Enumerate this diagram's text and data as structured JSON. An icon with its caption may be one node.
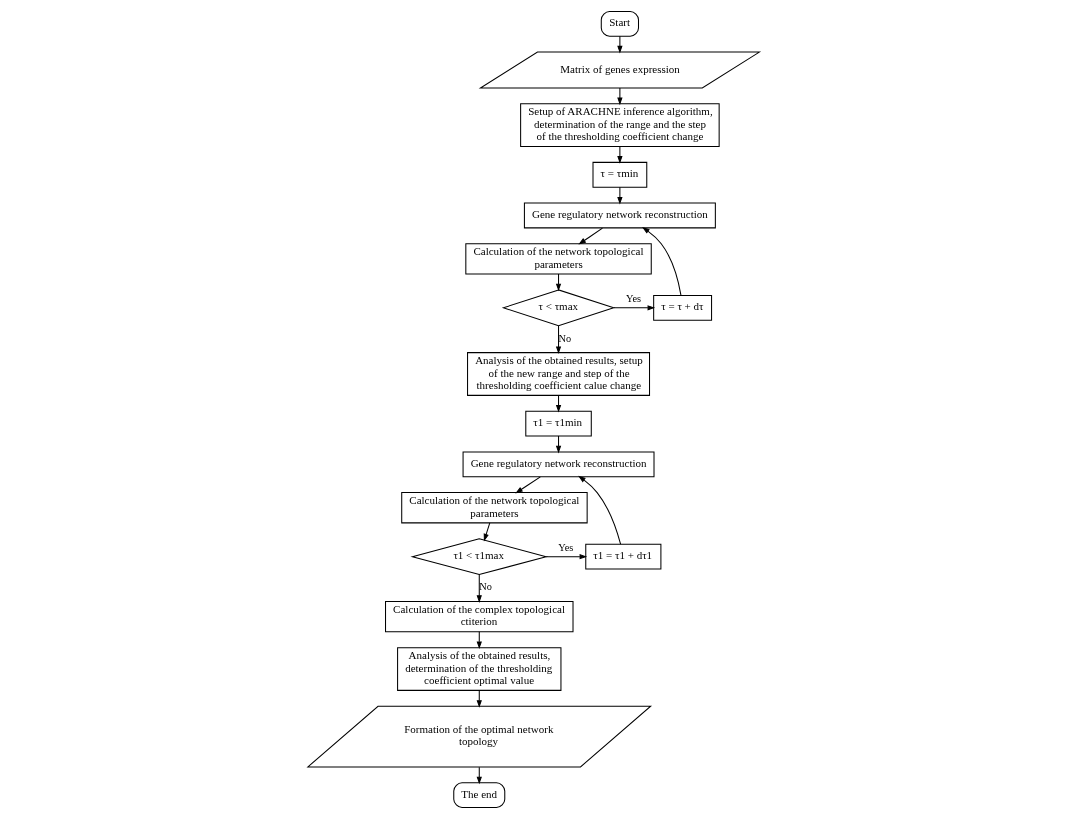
{
  "diagram": {
    "nodes": [
      {
        "text": [
          "Start"
        ]
      },
      {
        "text": [
          "Matrix of genes expression"
        ]
      },
      {
        "text": [
          "Setup of ARACHNE inference algorithm, determination of the range and the step of the thresholding coefficient change"
        ]
      },
      {
        "text": [
          "τ = τmin"
        ]
      },
      {
        "text": [
          "Gene regulatory network reconstruction"
        ]
      },
      {
        "text": [
          "Calculation of the network topological parameters"
        ]
      },
      {
        "text": [
          "τ < τmax"
        ]
      },
      {
        "text": [
          "τ = τ + dτ"
        ]
      },
      {
        "text": [
          "Analysis of the obtained results, setup of the new range and step of the thresholding coefficient calue change"
        ]
      },
      {
        "text": [
          "τ1 = τ1min"
        ]
      },
      {
        "text": [
          "Gene regulatory network reconstruction"
        ]
      },
      {
        "text": [
          "Calculation of the network topological parameters"
        ]
      },
      {
        "text": [
          "τ1 < τ1max"
        ]
      },
      {
        "text": [
          "τ1 = τ1 + dτ1"
        ]
      },
      {
        "text": [
          "Calculation of the complex topological ctiterion"
        ]
      },
      {
        "text": [
          "Analysis of the obtained results, determination of the thresholding coefficient optimal value"
        ]
      },
      {
        "text": [
          "Formation of the optimal network topology"
        ]
      },
      {
        "text": [
          "The end"
        ]
      }
    ],
    "edges": [
      {
        "from": 0,
        "to": 1,
        "arrow": "to"
      },
      {
        "from": 1,
        "to": 2,
        "arrow": "to"
      },
      {
        "from": 2,
        "to": 3,
        "arrow": "to"
      },
      {
        "from": 3,
        "to": 4,
        "arrow": "to"
      },
      {
        "from": 4,
        "to": 5,
        "arrow": "to"
      },
      {
        "from": 5,
        "to": 6,
        "arrow": "to"
      },
      {
        "from": 6,
        "to": 7,
        "arrow": "to",
        "label": "Yes"
      },
      {
        "from": 7,
        "to": 4,
        "arrow": "to"
      },
      {
        "from": 6,
        "to": 8,
        "arrow": "to",
        "label": "No"
      },
      {
        "from": 8,
        "to": 9,
        "arrow": "to"
      },
      {
        "from": 9,
        "to": 10,
        "arrow": "to"
      },
      {
        "from": 10,
        "to": 11,
        "arrow": "to"
      },
      {
        "from": 11,
        "to": 12,
        "arrow": "to"
      },
      {
        "from": 12,
        "to": 13,
        "arrow": "to",
        "label": "Yes"
      },
      {
        "from": 13,
        "to": 10,
        "arrow": "to"
      },
      {
        "from": 12,
        "to": 14,
        "arrow": "to",
        "label": "No"
      },
      {
        "from": 14,
        "to": 15,
        "arrow": "to"
      },
      {
        "from": 15,
        "to": 16,
        "arrow": "to"
      },
      {
        "from": 16,
        "to": 17,
        "arrow": "to"
      }
    ]
  }
}
